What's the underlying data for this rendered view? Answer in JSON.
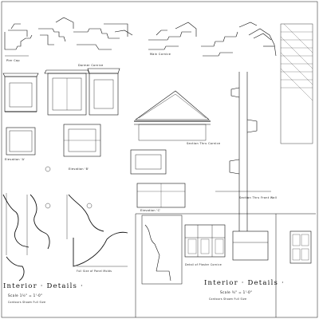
{
  "sheet": {
    "labels": {
      "cornice_1": "Pier Cap",
      "cornice_2": "Dormer Cornice",
      "cornice_3": "Main Cornice",
      "elevation_a": "Elevation 'A'",
      "elevation_b": "Elevation 'B'",
      "elevation_c": "Elevation 'C'",
      "section_wall": "Section Thru Front Wall",
      "section_cornice": "Section Thru Cornice"
    },
    "title_left": {
      "main": "Interior · Details ·",
      "scale": "Scale 1½\" = 1'-0\"",
      "note": "Contours Shown Full Size"
    },
    "title_right": {
      "main": "Interior · Details ·",
      "scale": "Scale ¾\" = 1'-0\"",
      "note": "Contours Shown Full Size"
    },
    "notes": {
      "panel_mold": "Full Size of Panel Molds",
      "detail_note": "Detail of Plaster Cornice"
    }
  }
}
